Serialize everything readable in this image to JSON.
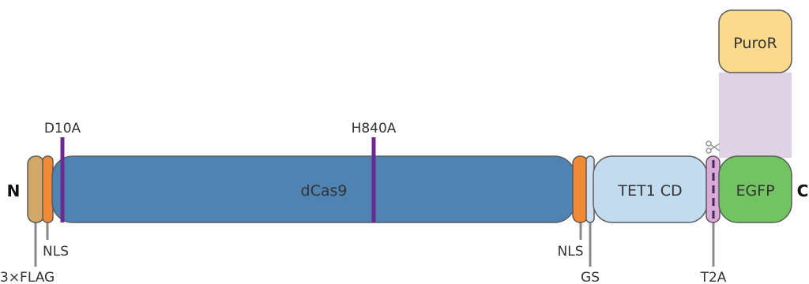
{
  "n_terminus": "N",
  "c_terminus": "C",
  "domains": {
    "flag": "3×FLAG",
    "nls_1": "NLS",
    "dcas9": "dCas9",
    "nls_2": "NLS",
    "gs": "GS",
    "tet1": "TET1 CD",
    "t2a": "T2A",
    "egfp": "EGFP",
    "puror": "PuroR"
  },
  "mutations": [
    "D10A",
    "H840A"
  ],
  "colors": {
    "flag": "#d2a86a",
    "nls": "#f08a36",
    "dcas9": "#4f83b3",
    "gs": "#cfe0f0",
    "tet1": "#c3dbef",
    "t2a": "#d9a8d6",
    "egfp": "#72c463",
    "puror": "#fbd98d",
    "puror_link": "#dfd2e4",
    "mutation": "#6a2b8e",
    "stroke": "#5a5a5a",
    "leader": "#8a8a8a"
  }
}
